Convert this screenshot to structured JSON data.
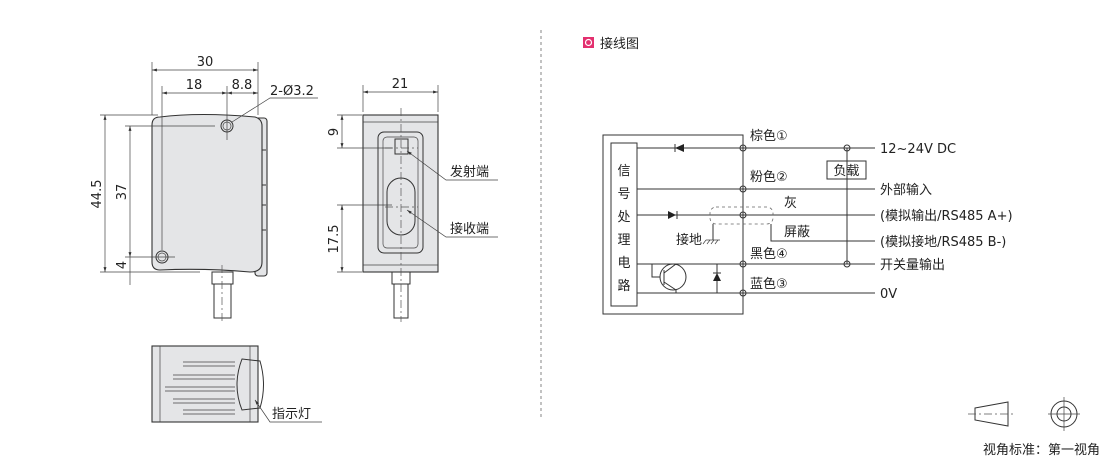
{
  "dimensions": {
    "front": {
      "width_total": "30",
      "hole_spacing_h": "18",
      "hole_offset": "8.8",
      "holes": "2-Ø3.2",
      "height_total": "44.5",
      "hole_spacing_v": "37",
      "hole_bottom": "4"
    },
    "side": {
      "width": "21",
      "emitter_offset": "9",
      "receiver_offset": "17.5",
      "emitter_label": "发射端",
      "receiver_label": "接收端"
    },
    "bottom": {
      "indicator_label": "指示灯"
    }
  },
  "wiring": {
    "title": "接线图",
    "icon_color": "#e3306f",
    "circuit_label": [
      "信",
      "号",
      "处",
      "理",
      "电",
      "路"
    ],
    "wires": [
      {
        "color_label": "棕色①",
        "function": "12~24V DC"
      },
      {
        "color_label": "粉色②",
        "function": "外部输入"
      },
      {
        "color_label": "灰",
        "function": "(模拟输出/RS485 A+)"
      },
      {
        "color_label": "屏蔽",
        "function": "(模拟接地/RS485 B-)"
      },
      {
        "color_label": "黑色④",
        "function": "开关量输出"
      },
      {
        "color_label": "蓝色③",
        "function": "0V"
      }
    ],
    "load_label": "负载",
    "ground_label": "接地"
  },
  "projection": {
    "label": "视角标准：第一视角"
  }
}
